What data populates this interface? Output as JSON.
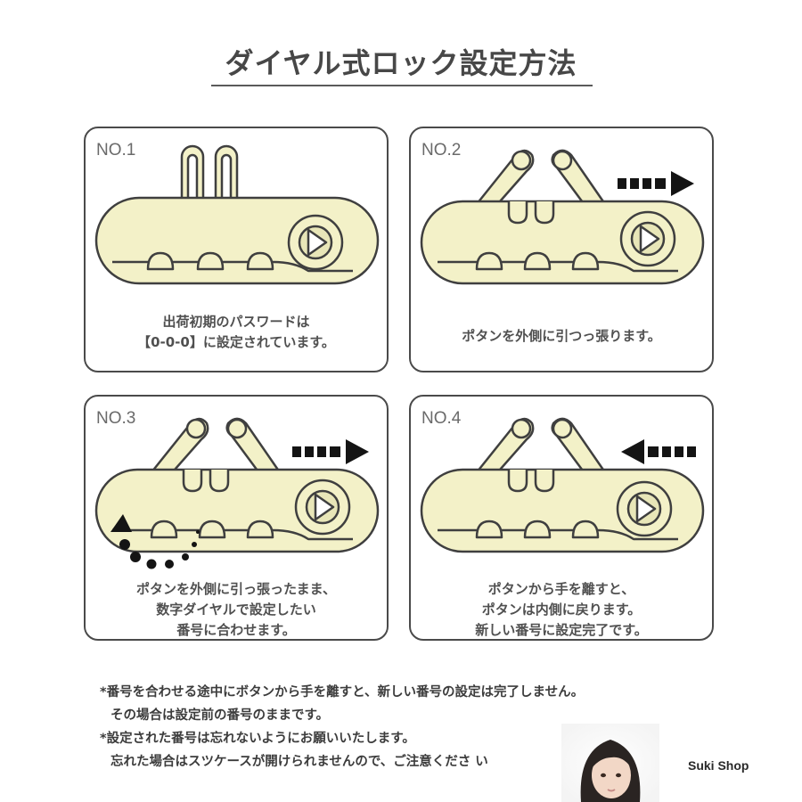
{
  "title": "ダイヤル式ロック設定方法",
  "panels": [
    {
      "label": "NO.1",
      "caption": [
        "出荷初期のパスワードは",
        "【0-0-0】に設定されています。"
      ]
    },
    {
      "label": "NO.2",
      "caption": [
        "ポタンを外側に引つっ張ります。"
      ]
    },
    {
      "label": "NO.3",
      "caption": [
        "ポタンを外側に引っ張ったまま、",
        "数字ダイヤルで設定したい",
        "番号に合わせます。"
      ]
    },
    {
      "label": "NO.4",
      "caption": [
        "ポタンから手を離すと、",
        "ポタンは内側に戻ります。",
        "新しい番号に設定完了です。"
      ]
    }
  ],
  "notes": [
    "*番号を合わせる途中にボタンから手を離すと、新しい番号の設定は完了しません。",
    "その場合は設定前の番号のままです。",
    "*設定された番号は忘れないようにお願いいたします。",
    "忘れた場合はスツケースが開けられませんので、ご注意くださ い"
  ],
  "shop_name": "Suki Shop",
  "colors": {
    "lock_body": "#f3f1c8",
    "outline": "#3f3f3f",
    "arrow": "#141414"
  },
  "icons": [
    "lock-diagram-closed",
    "lock-diagram-shackle-open",
    "dial-direction-arrow",
    "arrow-right-icon",
    "arrow-left-icon"
  ]
}
